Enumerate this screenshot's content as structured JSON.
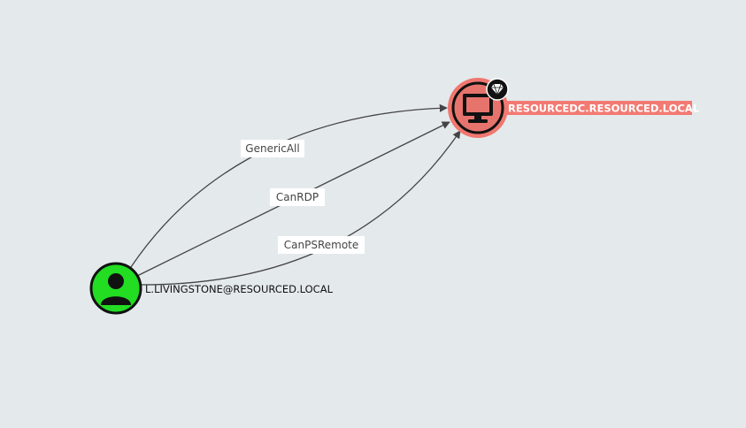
{
  "graph": {
    "nodes": {
      "computer": {
        "label": "RESOURCEDC.RESOURCED.LOCAL",
        "icon": "computer-icon",
        "badge_icon": "gem-icon",
        "fill_color": "#e6746c",
        "label_bg_color": "#f27a72"
      },
      "user": {
        "label": "L.LIVINGSTONE@RESOURCED.LOCAL",
        "icon": "user-icon",
        "fill_color": "#22dd22"
      }
    },
    "edges": [
      {
        "label": "GenericAll"
      },
      {
        "label": "CanRDP"
      },
      {
        "label": "CanPSRemote"
      }
    ]
  }
}
